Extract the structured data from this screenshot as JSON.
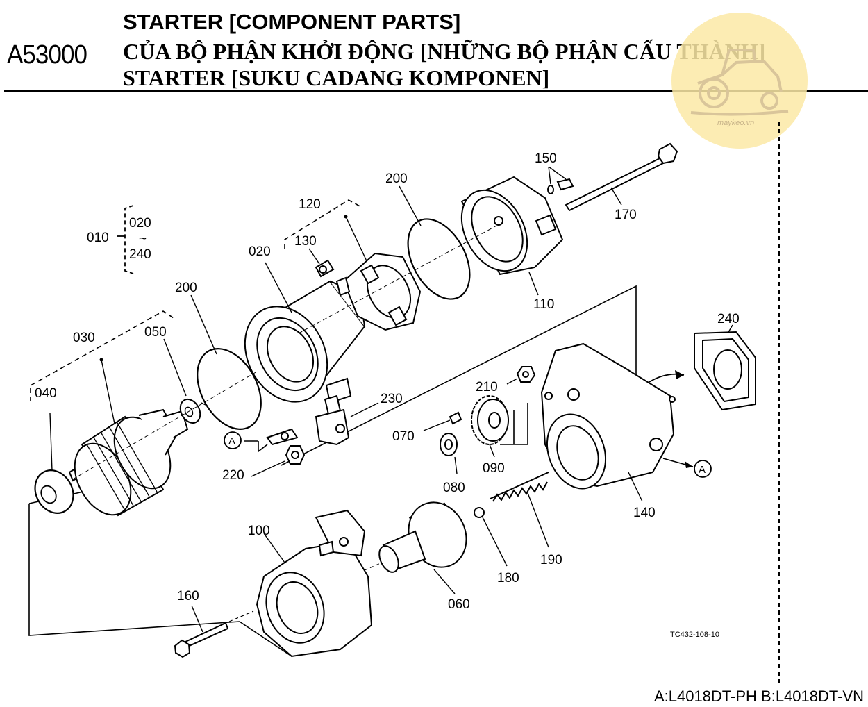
{
  "header": {
    "code": "A53000",
    "title_en": "STARTER [COMPONENT PARTS]",
    "title_vi": "CỦA BỘ PHẬN KHỞI ĐỘNG [NHỮNG BỘ PHẬN CẤU THÀNH]",
    "title_id": "STARTER [SUKU CADANG KOMPONEN]"
  },
  "watermark": {
    "text": "maykeo.vn",
    "color": "#f8e6a0"
  },
  "callouts": {
    "p010": "010",
    "p020_range": "020",
    "tilde": "~",
    "p240_range": "240",
    "p020": "020",
    "p030": "030",
    "p040": "040",
    "p050": "050",
    "p060": "060",
    "p070": "070",
    "p080": "080",
    "p090": "090",
    "p100": "100",
    "p110": "110",
    "p120": "120",
    "p130": "130",
    "p140": "140",
    "p150": "150",
    "p160": "160",
    "p170": "170",
    "p180": "180",
    "p190": "190",
    "p200a": "200",
    "p200b": "200",
    "p210": "210",
    "p220": "220",
    "p230": "230",
    "p240": "240",
    "refA1": "A",
    "refA2": "A"
  },
  "drawing_code": "TC432-108-10",
  "footer": "A:L4018DT-PH B:L4018DT-VN"
}
